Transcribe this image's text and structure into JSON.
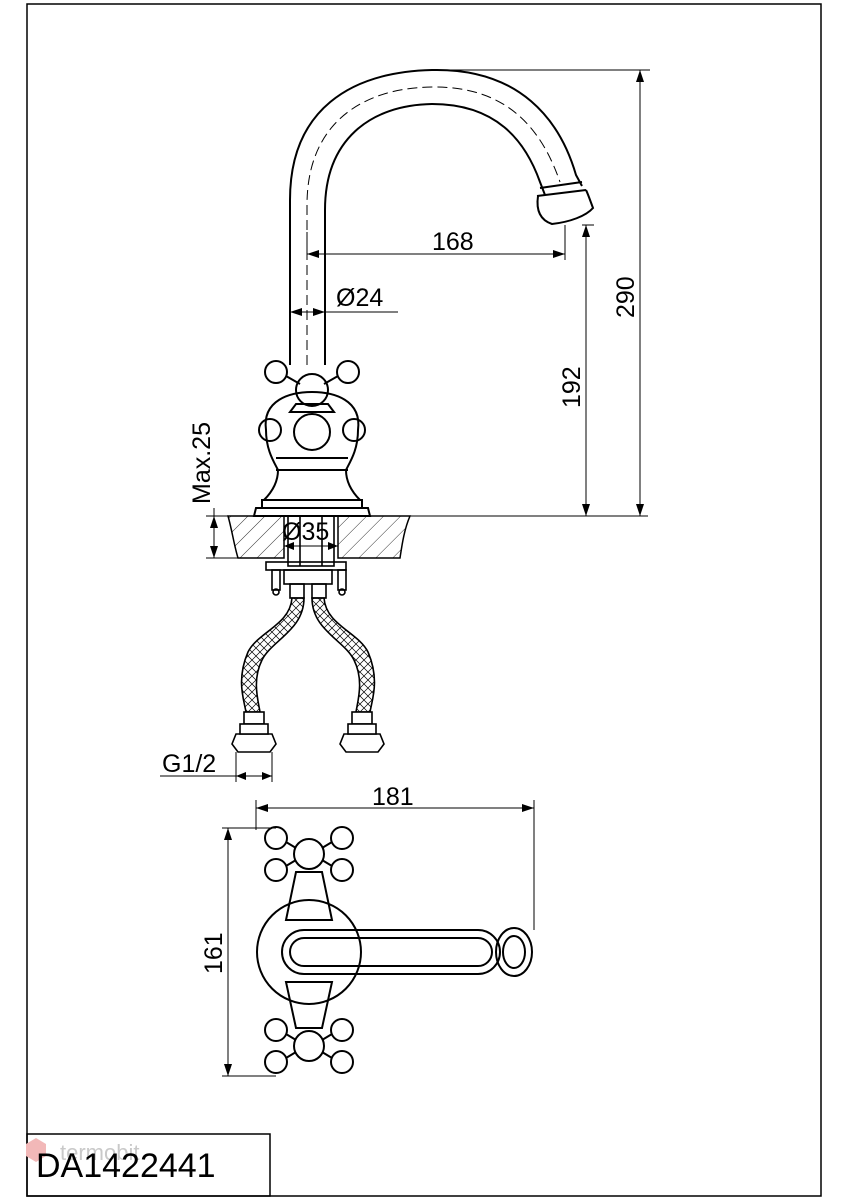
{
  "drawing": {
    "model_code": "DA1422441",
    "watermark": "termobit",
    "dimensions": {
      "spout_reach": "168",
      "total_height": "290",
      "spout_height": "192",
      "tube_diameter": "Ø24",
      "max_thickness": "Max.25",
      "hole_diameter": "Ø35",
      "thread": "G1/2",
      "top_width": "181",
      "top_depth": "161"
    }
  }
}
